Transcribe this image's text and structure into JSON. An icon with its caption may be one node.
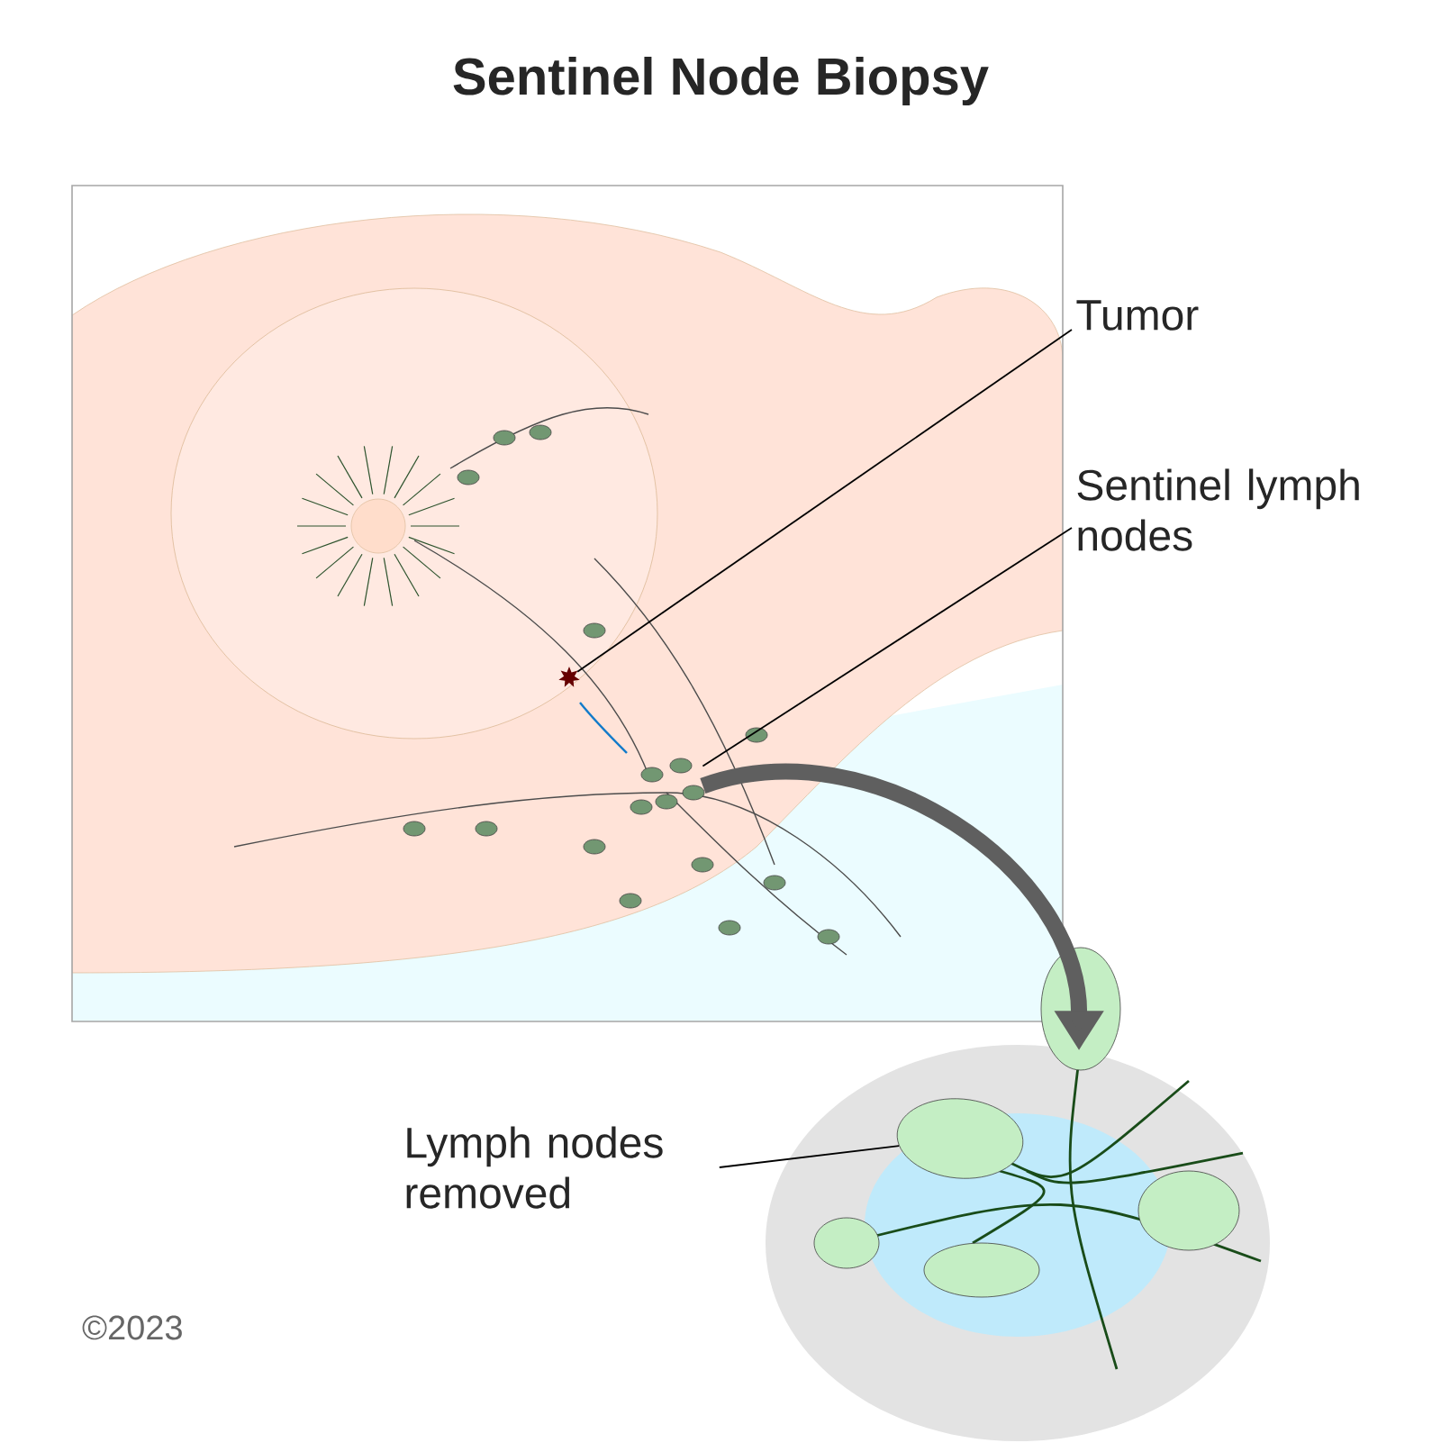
{
  "diagram": {
    "title": "Sentinel Node Biopsy",
    "nodes": [
      {
        "text": [],
        "shape": "picture"
      },
      {
        "text": [
          "Tumor"
        ]
      },
      {
        "text": [],
        "shape": "star",
        "in": 0
      },
      {
        "text": [
          "Sentinel lymph nodes"
        ]
      },
      {
        "text": [],
        "shape": "picture",
        "in": 0
      },
      {
        "text": [
          "Lymph nodes removed"
        ]
      },
      {
        "text": [],
        "shape": "picture"
      },
      {
        "text": [],
        "shape": "ellipse",
        "in": 6
      }
    ],
    "edges": [
      {
        "from": 1,
        "to": 2,
        "arrow": "none"
      },
      {
        "from": 3,
        "to": 4,
        "arrow": "none"
      },
      {
        "from": 4,
        "to": 6,
        "arrow": "to",
        "style": "thick",
        "color": "#5f5f5f"
      },
      {
        "from": 5,
        "to": 7,
        "arrow": "none"
      }
    ],
    "labels": [
      "©2023"
    ]
  }
}
